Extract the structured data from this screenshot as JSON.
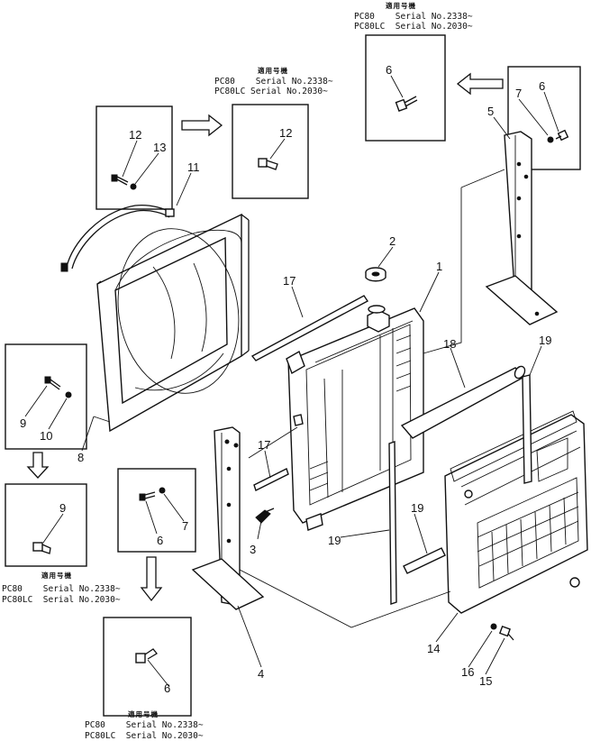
{
  "callouts": {
    "c1": "1",
    "c2": "2",
    "c3": "3",
    "c4": "4",
    "c5": "5",
    "c6a": "6",
    "c6b": "6",
    "c6c": "6",
    "c6d": "6",
    "c7a": "7",
    "c7b": "7",
    "c8": "8",
    "c9a": "9",
    "c9b": "9",
    "c10": "10",
    "c11": "11",
    "c12a": "12",
    "c12b": "12",
    "c13": "13",
    "c14": "14",
    "c15": "15",
    "c16": "16",
    "c17a": "17",
    "c17b": "17",
    "c18": "18",
    "c19a": "19",
    "c19b": "19",
    "c19c": "19"
  },
  "notes": {
    "top_right": {
      "heading": "適用号機",
      "line1": "PC80    Serial No.2338~",
      "line2": "PC80LC  Serial No.2030~"
    },
    "top_center": {
      "heading": "適用号機",
      "line1": "PC80    Serial No.2338~",
      "line2": "PC80LC Serial No.2030~"
    },
    "left": {
      "heading": "適用号機",
      "line1": "PC80    Serial No.2338~",
      "line2": "PC80LC  Serial No.2030~"
    },
    "bottom": {
      "heading": "適用号機",
      "line1": "PC80    Serial No.2338~",
      "line2": "PC80LC  Serial No.2030~"
    }
  }
}
